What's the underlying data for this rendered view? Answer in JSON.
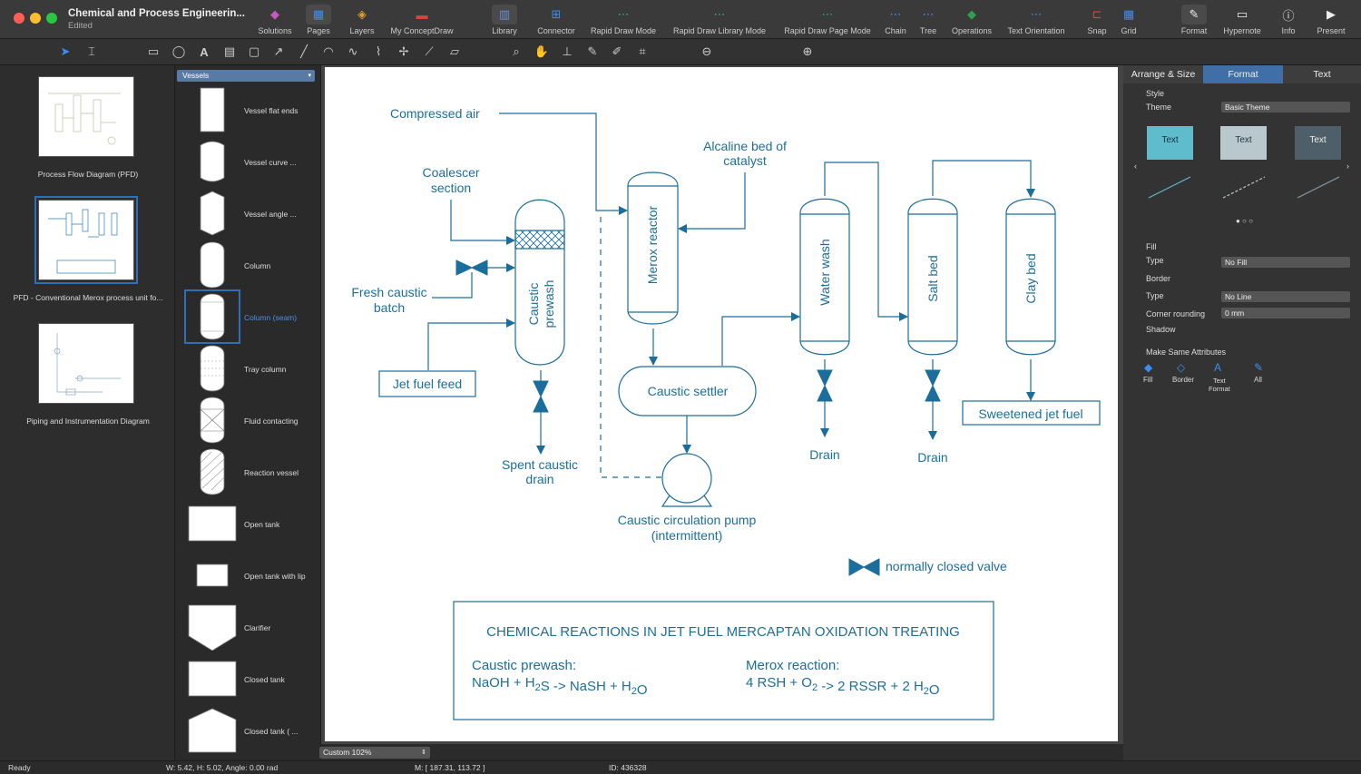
{
  "app": {
    "title": "Chemical and Process Engineerin...",
    "subtitle": "Edited"
  },
  "toolbar": [
    {
      "name": "solutions",
      "label": "Solutions"
    },
    {
      "name": "pages",
      "label": "Pages"
    },
    {
      "name": "layers",
      "label": "Layers"
    },
    {
      "name": "my-conceptdraw",
      "label": "My ConceptDraw"
    },
    {
      "name": "library",
      "label": "Library"
    },
    {
      "name": "connector",
      "label": "Connector"
    },
    {
      "name": "rapid-draw-mode",
      "label": "Rapid Draw Mode"
    },
    {
      "name": "rapid-draw-library-mode",
      "label": "Rapid Draw Library Mode"
    },
    {
      "name": "rapid-draw-page-mode",
      "label": "Rapid Draw Page Mode"
    },
    {
      "name": "chain",
      "label": "Chain"
    },
    {
      "name": "tree",
      "label": "Tree"
    },
    {
      "name": "operations",
      "label": "Operations"
    },
    {
      "name": "text-orientation",
      "label": "Text Orientation"
    },
    {
      "name": "snap",
      "label": "Snap"
    },
    {
      "name": "grid",
      "label": "Grid"
    },
    {
      "name": "format",
      "label": "Format"
    },
    {
      "name": "hypernote",
      "label": "Hypernote"
    },
    {
      "name": "info",
      "label": "Info"
    },
    {
      "name": "present",
      "label": "Present"
    }
  ],
  "pages": [
    {
      "label": "Process Flow Diagram (PFD)"
    },
    {
      "label": "PFD - Conventional Merox process unit fo..."
    },
    {
      "label": "Piping and Instrumentation Diagram"
    }
  ],
  "library": {
    "selected": "Vessels",
    "items": [
      {
        "label": "Vessel flat ends"
      },
      {
        "label": "Vessel curve ..."
      },
      {
        "label": "Vessel angle ..."
      },
      {
        "label": "Column"
      },
      {
        "label": "Column (seam)"
      },
      {
        "label": "Tray column"
      },
      {
        "label": "Fluid contacting"
      },
      {
        "label": "Reaction vessel"
      },
      {
        "label": "Open tank"
      },
      {
        "label": "Open tank with lip"
      },
      {
        "label": "Clarifier"
      },
      {
        "label": "Closed tank"
      },
      {
        "label": "Closed tank ( ..."
      }
    ]
  },
  "diagram": {
    "compressed_air": "Compressed air",
    "coalescer_1": "Coalescer",
    "coalescer_2": "section",
    "alcaline_1": "Alcaline bed of",
    "alcaline_2": "catalyst",
    "fresh_caustic_1": "Fresh caustic",
    "fresh_caustic_2": "batch",
    "caustic_prewash_1": "Caustic",
    "caustic_prewash_2": "prewash",
    "merox_reactor": "Merox reactor",
    "water_wash": "Water wash",
    "salt_bed": "Salt bed",
    "clay_bed": "Clay bed",
    "jet_fuel_feed": "Jet fuel feed",
    "caustic_settler": "Caustic settler",
    "spent_caustic_1": "Spent caustic",
    "spent_caustic_2": "drain",
    "drain_1": "Drain",
    "drain_2": "Drain",
    "sweetened_jet_fuel": "Sweetened jet fuel",
    "pump_1": "Caustic circulation pump",
    "pump_2": "(intermittent)",
    "legend": "normally closed valve",
    "reactions_title": "CHEMICAL REACTIONS IN JET FUEL MERCAPTAN OXIDATION TREATING",
    "prewash_head": "Caustic prewash:",
    "prewash_eq": "NaOH + H2S -> NaSH + H2O",
    "merox_head": "Merox reaction:",
    "merox_eq": "4 RSH + O2 -> 2 RSSR + 2 H2O"
  },
  "inspector": {
    "tabs": [
      "Arrange & Size",
      "Format",
      "Text"
    ],
    "style": "Style",
    "theme_label": "Theme",
    "theme_value": "Basic Theme",
    "swatch_text": "Text",
    "fill": "Fill",
    "fill_type_label": "Type",
    "fill_type": "No Fill",
    "border": "Border",
    "border_type_label": "Type",
    "border_type": "No Line",
    "corner_label": "Corner rounding",
    "corner_value": "0 mm",
    "shadow": "Shadow",
    "make_same": "Make Same Attributes",
    "ms_fill": "Fill",
    "ms_border": "Border",
    "ms_text_1": "Text",
    "ms_text_2": "Format",
    "ms_all": "All"
  },
  "zoom": "Custom 102%",
  "status": {
    "ready": "Ready",
    "size": "W: 5.42,  H: 5.02,  Angle: 0.00 rad",
    "mouse": "M: [ 187.31, 113.72 ]",
    "id": "ID: 436328"
  },
  "colors": {
    "diagram": "#1b6e9c",
    "accent": "#2f6fb7"
  }
}
